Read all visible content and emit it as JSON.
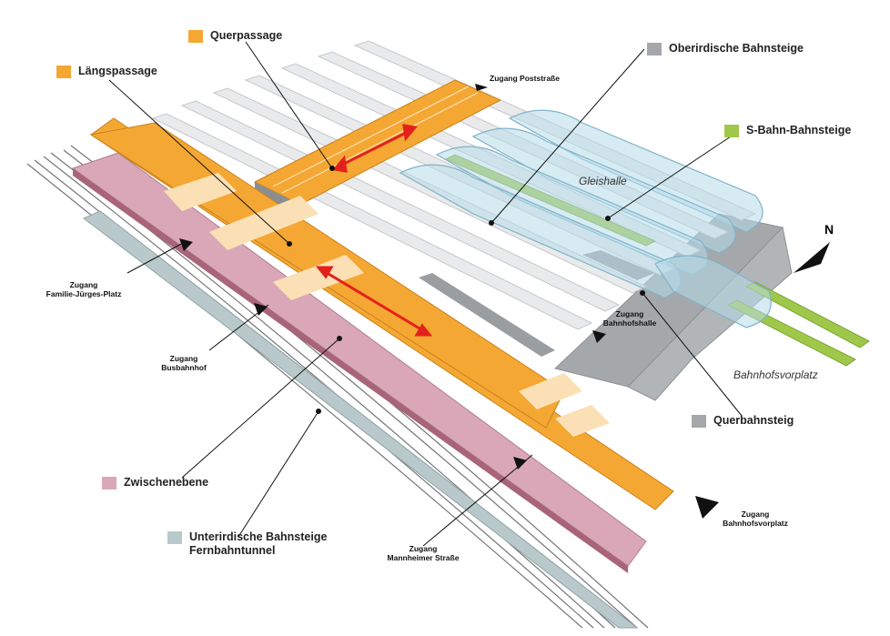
{
  "colors": {
    "laengspassage": "#f5a733",
    "querpassage": "#f5a733",
    "oberirdisch": "#a5a8ab",
    "sbahn": "#9fc84a",
    "querbahnsteig": "#a5a8ab",
    "zwischenebene": "#d9a7b8",
    "unterirdisch": "#b9c9cb",
    "arrow": "#e3211c",
    "gleishalle": "#b7dbea"
  },
  "legend": {
    "querpassage": "Querpassage",
    "laengspassage": "Längspassage",
    "oberirdisch": "Oberirdische Bahnsteige",
    "sbahn": "S-Bahn-Bahnsteige",
    "querbahnsteig": "Querbahnsteig",
    "zwischenebene": "Zwischenebene",
    "unterirdisch_line1": "Unterirdische Bahnsteige",
    "unterirdisch_line2": "Fernbahntunnel"
  },
  "labels": {
    "gleishalle": "Gleishalle",
    "bahnhofsvorplatz": "Bahnhofsvorplatz",
    "north": "N"
  },
  "accesses": {
    "poststrasse": "Zugang Poststraße",
    "familie_line1": "Zugang",
    "familie_line2": "Familie-Jürges-Platz",
    "busbahnhof_line1": "Zugang",
    "busbahnhof_line2": "Busbahnhof",
    "bahnhofshalle_line1": "Zugang",
    "bahnhofshalle_line2": "Bahnhofshalle",
    "mannheimer_line1": "Zugang",
    "mannheimer_line2": "Mannheimer Straße",
    "vorplatz_line1": "Zugang",
    "vorplatz_line2": "Bahnhofsvorplatz"
  }
}
